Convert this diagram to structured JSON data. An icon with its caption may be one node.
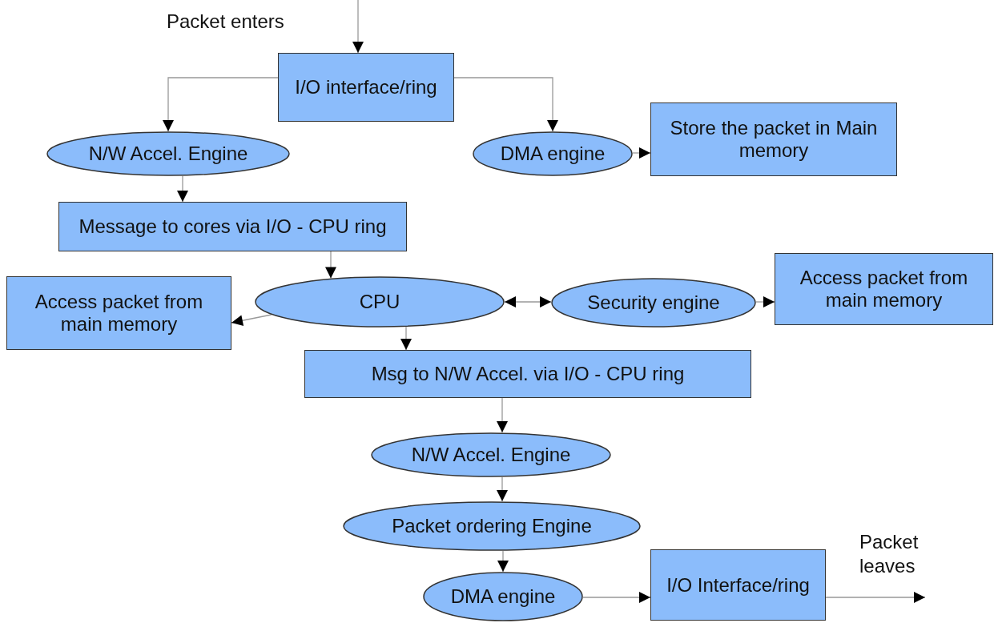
{
  "diagram": {
    "nodes": [
      {
        "text": [
          "I/O interface/ring"
        ]
      },
      {
        "text": [
          "N/W Accel. Engine"
        ]
      },
      {
        "text": [
          "DMA engine"
        ]
      },
      {
        "text": [
          "Store the packet in Main memory"
        ]
      },
      {
        "text": [
          "Message to cores via I/O - CPU ring"
        ]
      },
      {
        "text": [
          "Access packet from main memory"
        ]
      },
      {
        "text": [
          "CPU"
        ]
      },
      {
        "text": [
          "Security engine"
        ]
      },
      {
        "text": [
          "Access packet from main memory"
        ]
      },
      {
        "text": [
          "Msg to N/W Accel. via I/O - CPU ring"
        ]
      },
      {
        "text": [
          "N/W Accel. Engine"
        ]
      },
      {
        "text": [
          "Packet ordering Engine"
        ]
      },
      {
        "text": [
          "DMA engine"
        ]
      },
      {
        "text": [
          "I/O Interface/ring"
        ]
      }
    ],
    "edges": [
      {
        "from": null,
        "to": 0,
        "arrow": "to"
      },
      {
        "from": 0,
        "to": 1,
        "arrow": "to"
      },
      {
        "from": 0,
        "to": 2,
        "arrow": "to"
      },
      {
        "from": 2,
        "to": 3,
        "arrow": "to"
      },
      {
        "from": 1,
        "to": 4,
        "arrow": "to"
      },
      {
        "from": 4,
        "to": 6,
        "arrow": "to"
      },
      {
        "from": 6,
        "to": 5,
        "arrow": "to"
      },
      {
        "from": 6,
        "to": 7,
        "arrow": "both"
      },
      {
        "from": 7,
        "to": 8,
        "arrow": "to"
      },
      {
        "from": 6,
        "to": 9,
        "arrow": "to"
      },
      {
        "from": 9,
        "to": 10,
        "arrow": "to"
      },
      {
        "from": 10,
        "to": 11,
        "arrow": "to"
      },
      {
        "from": 11,
        "to": 12,
        "arrow": "to"
      },
      {
        "from": 12,
        "to": 13,
        "arrow": "to"
      },
      {
        "from": 13,
        "to": null,
        "arrow": "to"
      }
    ],
    "labels": [
      "Packet enters",
      "Packet leaves"
    ]
  }
}
